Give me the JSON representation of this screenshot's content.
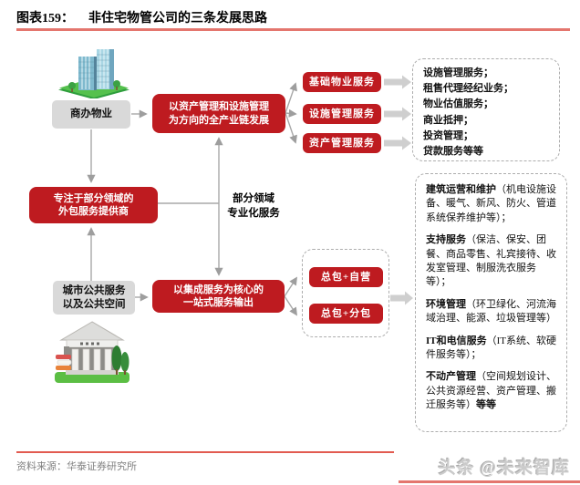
{
  "header": {
    "label": "图表159：",
    "title": "非住宅物管公司的三条发展思路"
  },
  "nodes": {
    "commercial": "商办物业",
    "full_chain": "以资产管理和设施管理\n为方向的全产业链发展",
    "basic_service": "基础物业服务",
    "facility_service": "设施管理服务",
    "asset_service": "资产管理服务",
    "outsourcing": "专注于部分领域的\n外包服务提供商",
    "partial_label": "部分领域\n专业化服务",
    "urban_public": "城市公共服务\n以及公共空间",
    "one_stop": "以集成服务为核心的\n一站式服务输出",
    "epc_self": "总包+自营",
    "epc_sub": "总包+分包"
  },
  "details": {
    "commercial": [
      "设施管理服务；",
      "租售代理经纪业务；",
      "物业估值服务；",
      "商业抵押；",
      "投资管理；",
      "贷款服务等等"
    ],
    "public": [
      {
        "head": "建筑运营和维护",
        "body": "（机电设施设备、暖气、新风、防火、管道系统保养维护等）；"
      },
      {
        "head": "支持服务",
        "body": "（保洁、保安、团餐、商品零售、礼宾接待、收发室管理、制服洗衣服务等）；"
      },
      {
        "head": "环境管理",
        "body": "（环卫绿化、河流海域治理、能源、垃圾管理等）"
      },
      {
        "head": "IT和电信服务",
        "body": "（IT系统、软硬件服务等）；"
      },
      {
        "head": "不动产管理",
        "body": "（空间规划设计、公共资源经营、资产管理、搬迁服务等）",
        "tail": "等等"
      }
    ]
  },
  "icons": {
    "top": "office-building-icon",
    "bottom": "government-building-icon"
  },
  "footer": {
    "source": "资料来源：华泰证券研究所",
    "watermark": "头条 @未来智库"
  },
  "colors": {
    "accent_red": "#BE1B20",
    "box_gray": "#D9D9D9",
    "title_rule": "#E4766E",
    "footer_rule": "#E25B50",
    "arrow_line": "#A8A8A8",
    "block_arrow": "#CFCFCF"
  }
}
